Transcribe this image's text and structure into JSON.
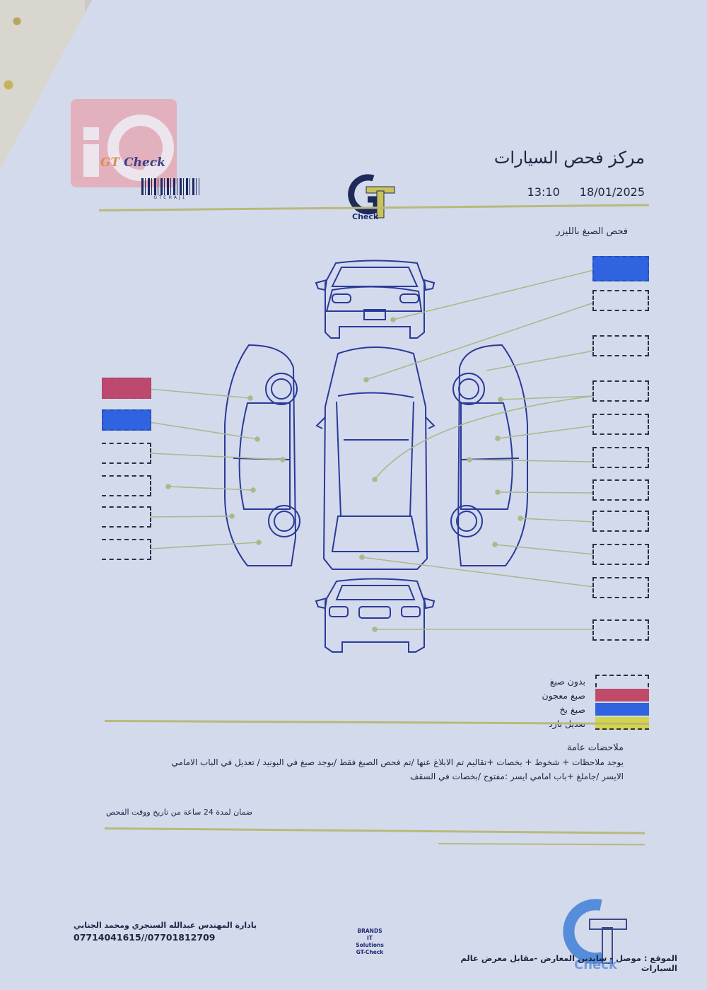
{
  "header": {
    "watermark": {
      "text": "iQ",
      "color": "#e6a9b7"
    },
    "small_logo": {
      "prefix": "GT",
      "text": "Check"
    },
    "barcode_code": "GTCHAJ1",
    "center_logo": {
      "letters": "GT",
      "text": "Check"
    },
    "title": "مركز فحص السيارات",
    "date": "18/01/2025",
    "time": "13:10"
  },
  "section_label": "فحص الصبغ بالليزر",
  "diagram": {
    "views": [
      "front-view",
      "left-side-view",
      "top-view",
      "right-side-view",
      "rear-view"
    ],
    "left_boxes": [
      {
        "status": "صبغ معجون",
        "color": "#bd4a6e"
      },
      {
        "status": "صبغ بخ",
        "color": "#2f63e0"
      },
      {
        "status": "بدون صبغ"
      },
      {
        "status": "بدون صبغ"
      },
      {
        "status": "بدون صبغ"
      },
      {
        "status": "بدون صبغ"
      }
    ],
    "right_boxes": [
      {
        "status": "صبغ بخ",
        "color": "#2f63e0"
      },
      {
        "status": "بدون صبغ"
      },
      {
        "status": "بدون صبغ"
      },
      {
        "status": "بدون صبغ"
      },
      {
        "status": "بدون صبغ"
      },
      {
        "status": "بدون صبغ"
      },
      {
        "status": "بدون صبغ"
      },
      {
        "status": "بدون صبغ"
      },
      {
        "status": "بدون صبغ"
      },
      {
        "status": "بدون صبغ"
      },
      {
        "status": "بدون صبغ"
      }
    ]
  },
  "legend": [
    {
      "label": "بدون صبغ",
      "color": "transparent"
    },
    {
      "label": "صبغ معجون",
      "color": "#c04a6a"
    },
    {
      "label": "صبغ بخ",
      "color": "#2f63e0"
    },
    {
      "label": "تعديل بارد",
      "color": "#d4d44a"
    }
  ],
  "notes": {
    "title": "ملاحضات عامة",
    "line1": "يوجد ملاحظات + شخوط + بخصات +تقاليم تم الابلاغ عنها /تم فحص الصبغ فقط /يوجد صبغ في البونيد / تعديل في الباب الامامي",
    "line2": "الايسر /جاملغ +باب امامي ايسر :مفتوح /بخصات في السقف"
  },
  "warranty": "ضمان لمدة 24 ساعة من تاريخ ووقت الفحص",
  "footer": {
    "management": "بادارة المهندس عبدالله السنجري ومحمد الجنابي",
    "phones": "07714041615//07701812709",
    "brands": [
      "BRANDS",
      "IT Solutions",
      "GT-Check"
    ],
    "location": "الموقع : موصل - سايدين المعارض -مقابل معرض عالم السيارات",
    "stamp_text": "Check"
  },
  "colors": {
    "ink": "#1e2540",
    "line_art": "#2a3a9a",
    "rule": "#b9b97a",
    "pointer": "#a9b98a"
  }
}
